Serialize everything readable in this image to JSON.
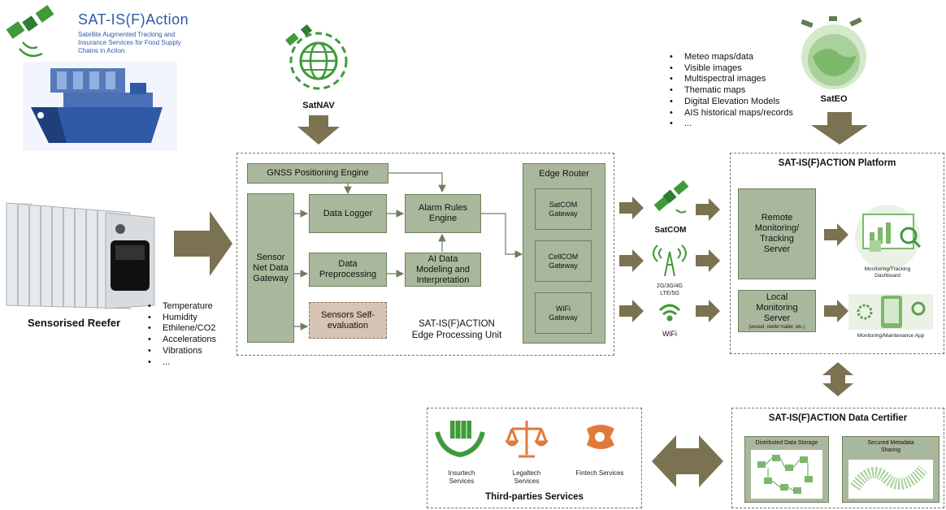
{
  "logo": {
    "name": "SAT-IS(F)Action",
    "tagline": "Satellite Augmented Tracking and Insurance Services for Food Supply Chains in Action"
  },
  "satnav": {
    "label": "SatNAV"
  },
  "sateo": {
    "label": "SatEO",
    "bullets": [
      "Meteo maps/data",
      "Visible images",
      "Multispectral images",
      "Thematic maps",
      "Digital Elevation Models",
      "AIS historical maps/records",
      "..."
    ]
  },
  "reefer": {
    "label": "Sensorised Reefer",
    "bullets": [
      "Temperature",
      "Humidity",
      "Ethilene/CO2",
      "Accelerations",
      "Vibrations",
      "..."
    ]
  },
  "edge_unit": {
    "title_line1": "SAT-IS(F)ACTION",
    "title_line2": "Edge Processing Unit",
    "gnss": "GNSS Positioning Engine",
    "sensor_gateway": "Sensor Net Data Gateway",
    "data_logger": "Data Logger",
    "alarm": "Alarm Rules Engine",
    "preprocessing": "Data Preprocessing",
    "ai": "AI Data Modeling and Interpretation",
    "self_eval": "Sensors Self-evaluation",
    "edge_router": "Edge Router",
    "satcom_gw": "SatCOM Gateway",
    "cellcom_gw": "CellCOM Gateway",
    "wifi_gw": "WiFi Gateway"
  },
  "comms": {
    "satcom": "SatCOM",
    "cell": "2G/3G/4G LTE/5G",
    "wifi": "WiFi"
  },
  "platform": {
    "title": "SAT-IS(F)ACTION Platform",
    "remote": "Remote Monitoring/ Tracking Server",
    "local": "Local Monitoring Server",
    "local_sub": "(vessel, reefer trailer, etc.)",
    "dashboard": "Monitoring/Tracking Dashboard",
    "app": "Monitoring/Maintenance App"
  },
  "certifier": {
    "title": "SAT-IS(F)ACTION Data Certifier",
    "storage": "Distributed Data Storage",
    "metadata": "Secured Metadata Sharing"
  },
  "third_parties": {
    "title": "Third-parties Services",
    "insurtech": "Insurtech Services",
    "legaltech": "Legaltech Services",
    "fintech": "Fintech Services"
  },
  "colors": {
    "box_fill": "#a9b79c",
    "box_border": "#6d7f5f",
    "arrow": "#7b7251",
    "green_icon": "#3f9a3a",
    "orange_icon": "#e07a3c",
    "logo_blue": "#2e5aa8"
  }
}
